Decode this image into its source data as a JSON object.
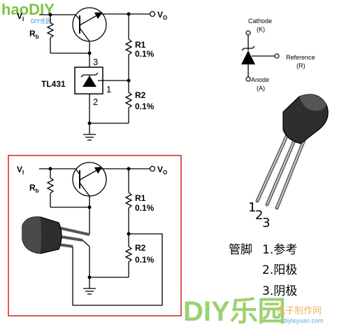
{
  "watermark_top": {
    "brand": "haoDIY",
    "sub": "DIY乐园"
  },
  "watermark_bottom": {
    "brand": "DIY乐园",
    "sub": "电子制作网",
    "url": "diyleyuan.com"
  },
  "top_circuit": {
    "vi_label": "V",
    "vi_sub": "I",
    "vo_label": "V",
    "vo_sub": "O",
    "rb_label": "R",
    "rb_sub": "b",
    "r1_name": "R1",
    "r1_value": "0.1%",
    "r2_name": "R2",
    "r2_value": "0.1%",
    "ic_label": "TL431",
    "pin3": "3",
    "pin1": "1",
    "pin2": "2"
  },
  "symbol": {
    "cathode": "Cathode",
    "cathode_abbr": "(K)",
    "reference": "Reference",
    "reference_abbr": "(R)",
    "anode": "Anode",
    "anode_abbr": "(A)"
  },
  "package": {
    "pin1": "1",
    "pin2": "2",
    "pin3": "3"
  },
  "bottom_circuit": {
    "vi_label": "V",
    "vi_sub": "I",
    "vo_label": "V",
    "vo_sub": "O",
    "rb_label": "R",
    "rb_sub": "b",
    "r1_name": "R1",
    "r1_value": "0.1%",
    "r2_name": "R2",
    "r2_value": "0.1%"
  },
  "pinout_legend": {
    "title": "管脚",
    "items": [
      "1.参考",
      "2.阳极",
      "3.阴极"
    ]
  },
  "colors": {
    "frame": "#d62020",
    "watermark_green": "#7cc242",
    "watermark_orange": "#f29b2a",
    "watermark_blue": "#2a8fd6"
  }
}
